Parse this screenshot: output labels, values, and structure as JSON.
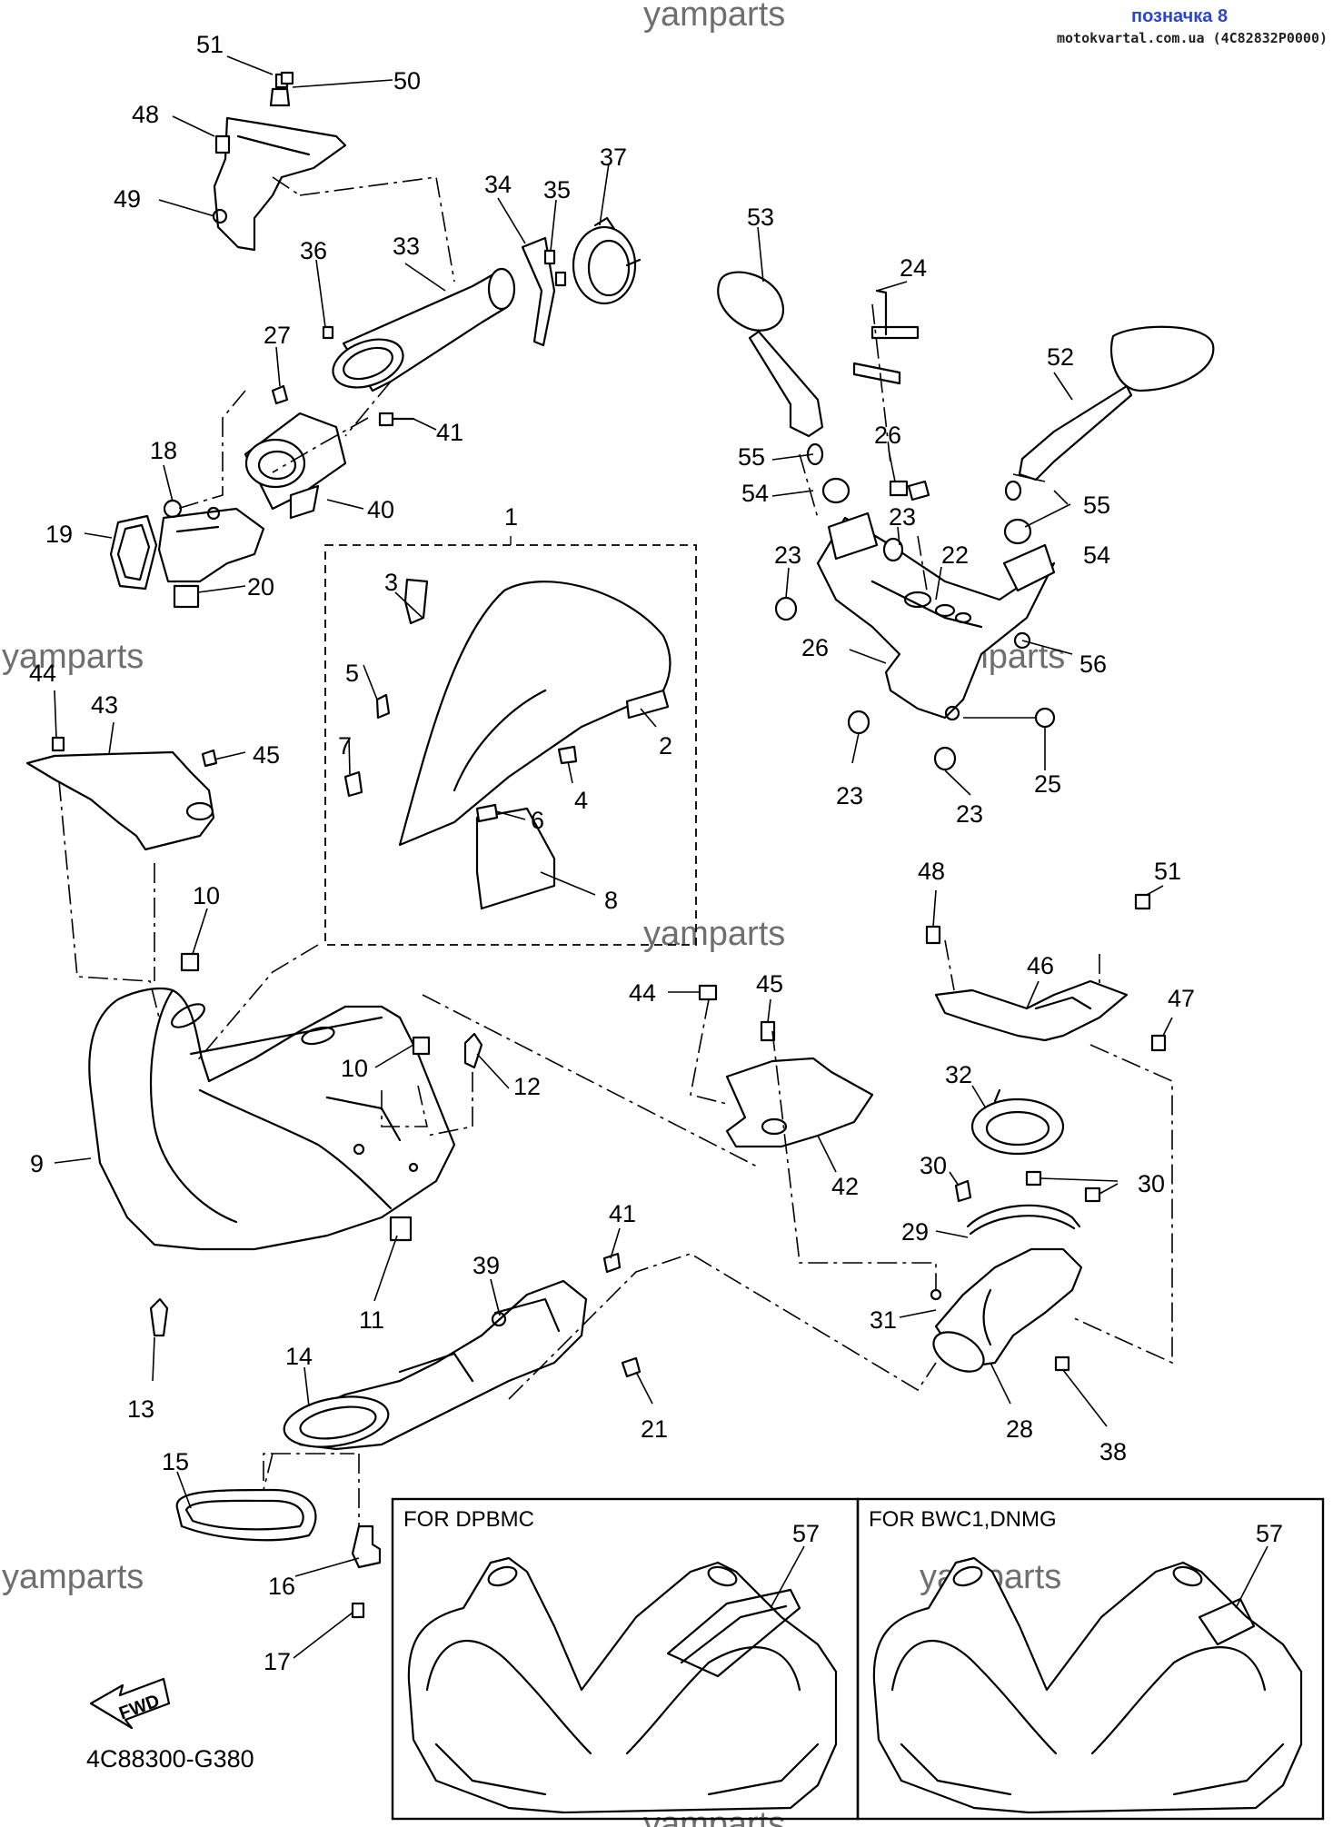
{
  "header": {
    "watermark": "yamparts",
    "label_blue": "позначка 8",
    "site_ref": "motokvartal.com.ua (4C82832P0000)"
  },
  "watermarks": [
    "yamparts",
    "yamparts",
    "yamparts",
    "yamparts",
    "yamparts",
    "yamparts"
  ],
  "callouts": [
    "51",
    "50",
    "48",
    "49",
    "36",
    "33",
    "34",
    "35",
    "37",
    "53",
    "24",
    "52",
    "27",
    "41",
    "18",
    "40",
    "19",
    "20",
    "55",
    "54",
    "26",
    "23",
    "22",
    "55",
    "54",
    "23",
    "56",
    "26",
    "25",
    "23",
    "23",
    "1",
    "3",
    "5",
    "2",
    "7",
    "4",
    "6",
    "8",
    "44",
    "43",
    "45",
    "10",
    "48",
    "51",
    "46",
    "47",
    "44",
    "45",
    "10",
    "12",
    "9",
    "42",
    "32",
    "30",
    "30",
    "29",
    "11",
    "41",
    "39",
    "31",
    "14",
    "21",
    "28",
    "38",
    "13",
    "15",
    "16",
    "17",
    "57",
    "57"
  ],
  "variant_boxes": [
    {
      "title": "FOR DPBMC",
      "callout": "57"
    },
    {
      "title": "FOR BWC1,DNMG",
      "callout": "57"
    }
  ],
  "fwd_label": "FWD",
  "diagram_code": "4C88300-G380"
}
